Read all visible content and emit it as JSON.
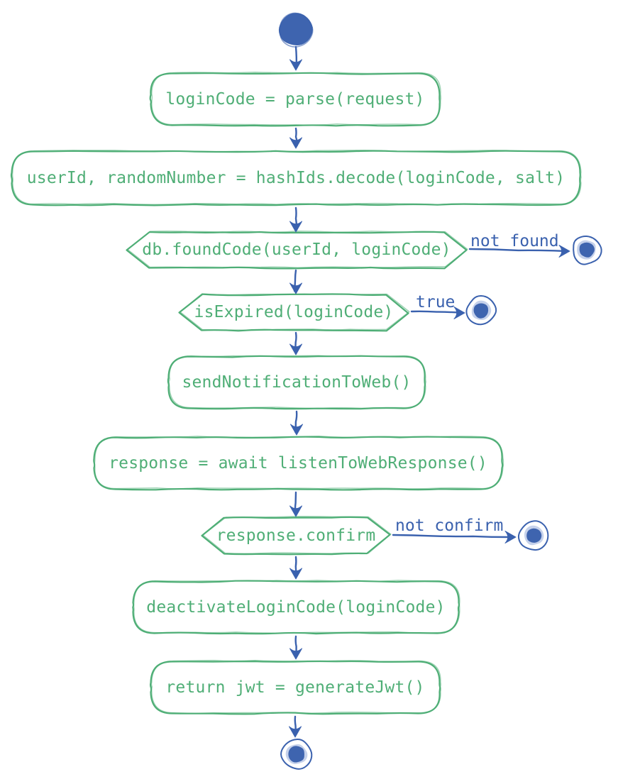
{
  "diagram": {
    "type": "flowchart",
    "direction": "top-down",
    "theme": {
      "node_color": "#4fae76",
      "edge_color": "#3a61ae",
      "terminal_fill": "#3e64af",
      "node_fill": "#ffffff",
      "background": "#ffffff"
    },
    "nodes": [
      {
        "id": "start",
        "kind": "start"
      },
      {
        "id": "parse",
        "kind": "process",
        "label": "loginCode = parse(request)"
      },
      {
        "id": "decode",
        "kind": "process",
        "label": "userId, randomNumber = hashIds.decode(loginCode, salt)"
      },
      {
        "id": "found-code",
        "kind": "decision",
        "label": "db.foundCode(userId, loginCode)"
      },
      {
        "id": "stop-not-found",
        "kind": "stop"
      },
      {
        "id": "is-expired",
        "kind": "decision",
        "label": "isExpired(loginCode)"
      },
      {
        "id": "stop-true",
        "kind": "stop"
      },
      {
        "id": "notify-web",
        "kind": "process",
        "label": "sendNotificationToWeb()"
      },
      {
        "id": "await-response",
        "kind": "process",
        "label": "response = await listenToWebResponse()"
      },
      {
        "id": "response-confirm",
        "kind": "decision",
        "label": "response.confirm"
      },
      {
        "id": "stop-not-confirm",
        "kind": "stop"
      },
      {
        "id": "deactivate",
        "kind": "process",
        "label": "deactivateLoginCode(loginCode)"
      },
      {
        "id": "return-jwt",
        "kind": "process",
        "label": "return jwt = generateJwt()"
      },
      {
        "id": "end",
        "kind": "stop"
      }
    ],
    "edges": [
      {
        "from": "start",
        "to": "parse"
      },
      {
        "from": "parse",
        "to": "decode"
      },
      {
        "from": "decode",
        "to": "found-code"
      },
      {
        "from": "found-code",
        "to": "stop-not-found",
        "label": "not found"
      },
      {
        "from": "found-code",
        "to": "is-expired"
      },
      {
        "from": "is-expired",
        "to": "stop-true",
        "label": "true"
      },
      {
        "from": "is-expired",
        "to": "notify-web"
      },
      {
        "from": "notify-web",
        "to": "await-response"
      },
      {
        "from": "await-response",
        "to": "response-confirm"
      },
      {
        "from": "response-confirm",
        "to": "stop-not-confirm",
        "label": "not confirm"
      },
      {
        "from": "response-confirm",
        "to": "deactivate"
      },
      {
        "from": "deactivate",
        "to": "return-jwt"
      },
      {
        "from": "return-jwt",
        "to": "end"
      }
    ]
  }
}
